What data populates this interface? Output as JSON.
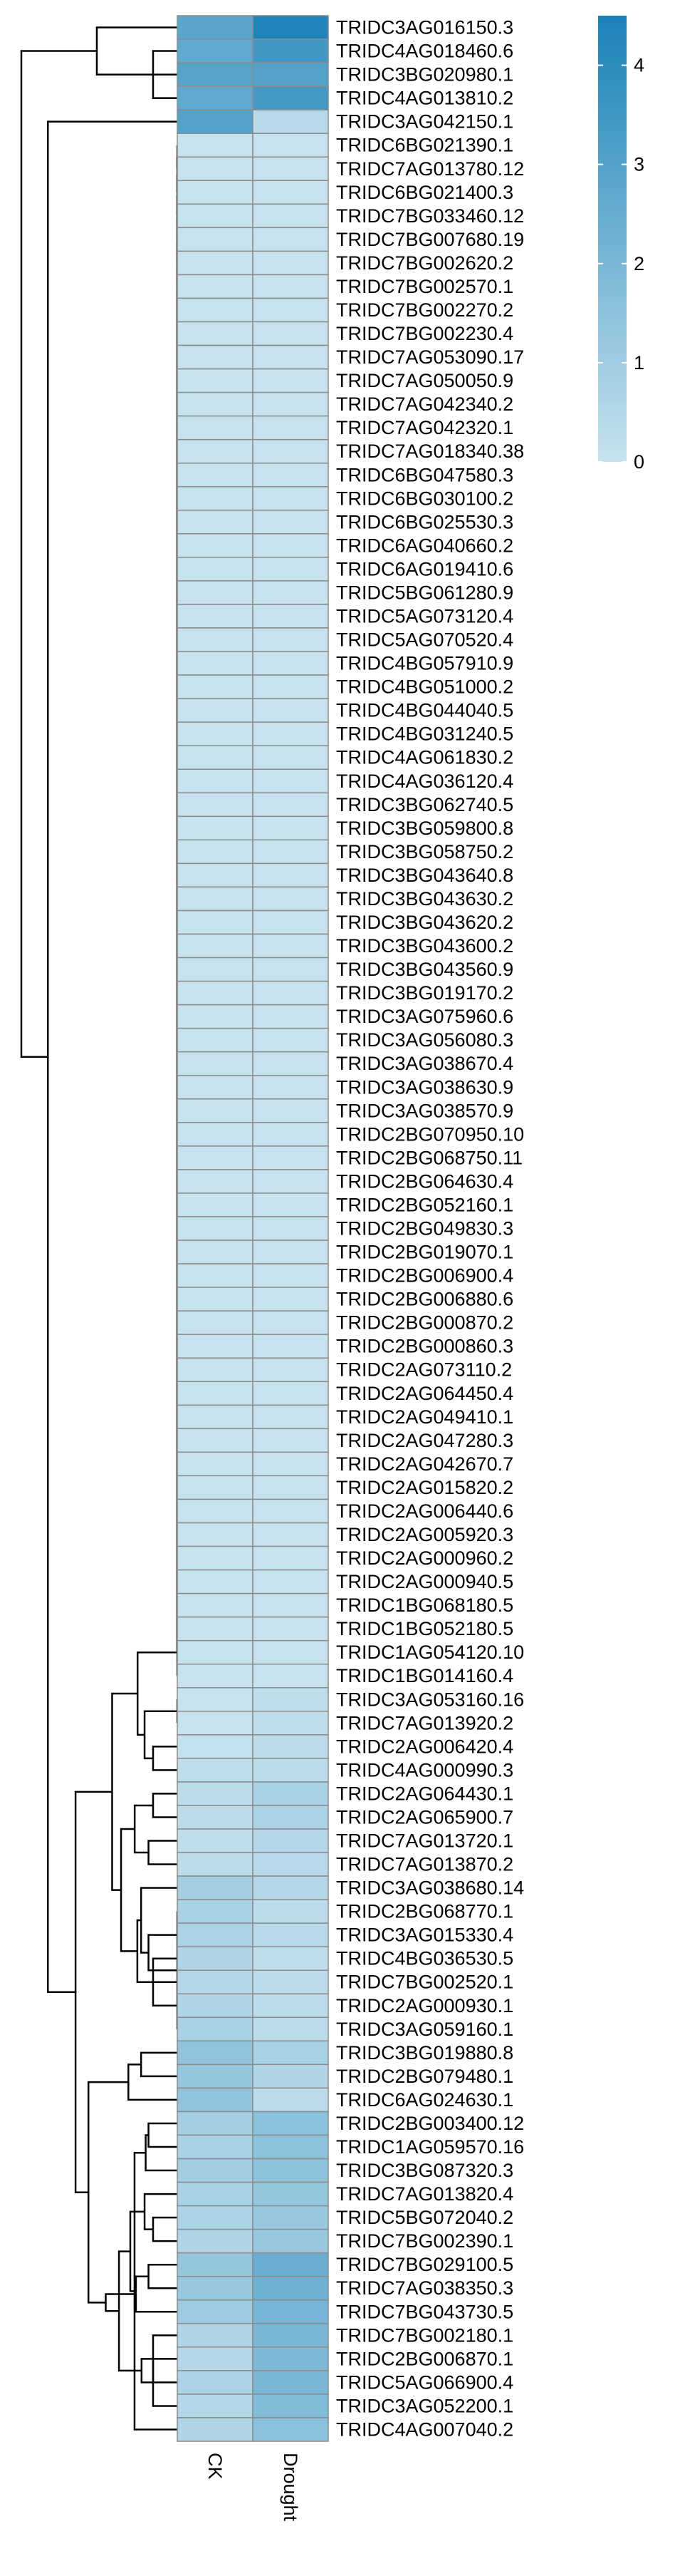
{
  "chart_data": {
    "type": "heatmap",
    "columns": [
      "CK",
      "Drought"
    ],
    "rows": [
      {
        "label": "TRIDC3AG016150.3",
        "values": [
          2.8,
          4.4
        ]
      },
      {
        "label": "TRIDC4AG018460.6",
        "values": [
          2.7,
          3.5
        ]
      },
      {
        "label": "TRIDC3BG020980.1",
        "values": [
          2.9,
          3.0
        ]
      },
      {
        "label": "TRIDC4AG013810.2",
        "values": [
          2.7,
          3.4
        ]
      },
      {
        "label": "TRIDC3AG042150.1",
        "values": [
          3.0,
          0.4
        ]
      },
      {
        "label": "TRIDC6BG021390.1",
        "values": [
          0.0,
          0.0
        ]
      },
      {
        "label": "TRIDC7AG013780.12",
        "values": [
          0.0,
          0.0
        ]
      },
      {
        "label": "TRIDC6BG021400.3",
        "values": [
          0.0,
          0.0
        ]
      },
      {
        "label": "TRIDC7BG033460.12",
        "values": [
          0.0,
          0.0
        ]
      },
      {
        "label": "TRIDC7BG007680.19",
        "values": [
          0.0,
          0.0
        ]
      },
      {
        "label": "TRIDC7BG002620.2",
        "values": [
          0.0,
          0.0
        ]
      },
      {
        "label": "TRIDC7BG002570.1",
        "values": [
          0.0,
          0.0
        ]
      },
      {
        "label": "TRIDC7BG002270.2",
        "values": [
          0.0,
          0.0
        ]
      },
      {
        "label": "TRIDC7BG002230.4",
        "values": [
          0.0,
          0.0
        ]
      },
      {
        "label": "TRIDC7AG053090.17",
        "values": [
          0.0,
          0.0
        ]
      },
      {
        "label": "TRIDC7AG050050.9",
        "values": [
          0.0,
          0.0
        ]
      },
      {
        "label": "TRIDC7AG042340.2",
        "values": [
          0.0,
          0.0
        ]
      },
      {
        "label": "TRIDC7AG042320.1",
        "values": [
          0.0,
          0.0
        ]
      },
      {
        "label": "TRIDC7AG018340.38",
        "values": [
          0.0,
          0.0
        ]
      },
      {
        "label": "TRIDC6BG047580.3",
        "values": [
          0.0,
          0.0
        ]
      },
      {
        "label": "TRIDC6BG030100.2",
        "values": [
          0.0,
          0.0
        ]
      },
      {
        "label": "TRIDC6BG025530.3",
        "values": [
          0.0,
          0.0
        ]
      },
      {
        "label": "TRIDC6AG040660.2",
        "values": [
          0.0,
          0.0
        ]
      },
      {
        "label": "TRIDC6AG019410.6",
        "values": [
          0.0,
          0.0
        ]
      },
      {
        "label": "TRIDC5BG061280.9",
        "values": [
          0.0,
          0.0
        ]
      },
      {
        "label": "TRIDC5AG073120.4",
        "values": [
          0.0,
          0.0
        ]
      },
      {
        "label": "TRIDC5AG070520.4",
        "values": [
          0.0,
          0.0
        ]
      },
      {
        "label": "TRIDC4BG057910.9",
        "values": [
          0.0,
          0.0
        ]
      },
      {
        "label": "TRIDC4BG051000.2",
        "values": [
          0.0,
          0.0
        ]
      },
      {
        "label": "TRIDC4BG044040.5",
        "values": [
          0.0,
          0.0
        ]
      },
      {
        "label": "TRIDC4BG031240.5",
        "values": [
          0.0,
          0.0
        ]
      },
      {
        "label": "TRIDC4AG061830.2",
        "values": [
          0.0,
          0.0
        ]
      },
      {
        "label": "TRIDC4AG036120.4",
        "values": [
          0.0,
          0.0
        ]
      },
      {
        "label": "TRIDC3BG062740.5",
        "values": [
          0.0,
          0.0
        ]
      },
      {
        "label": "TRIDC3BG059800.8",
        "values": [
          0.0,
          0.0
        ]
      },
      {
        "label": "TRIDC3BG058750.2",
        "values": [
          0.0,
          0.0
        ]
      },
      {
        "label": "TRIDC3BG043640.8",
        "values": [
          0.0,
          0.0
        ]
      },
      {
        "label": "TRIDC3BG043630.2",
        "values": [
          0.0,
          0.0
        ]
      },
      {
        "label": "TRIDC3BG043620.2",
        "values": [
          0.0,
          0.0
        ]
      },
      {
        "label": "TRIDC3BG043600.2",
        "values": [
          0.0,
          0.0
        ]
      },
      {
        "label": "TRIDC3BG043560.9",
        "values": [
          0.0,
          0.0
        ]
      },
      {
        "label": "TRIDC3BG019170.2",
        "values": [
          0.0,
          0.0
        ]
      },
      {
        "label": "TRIDC3AG075960.6",
        "values": [
          0.0,
          0.0
        ]
      },
      {
        "label": "TRIDC3AG056080.3",
        "values": [
          0.0,
          0.0
        ]
      },
      {
        "label": "TRIDC3AG038670.4",
        "values": [
          0.0,
          0.0
        ]
      },
      {
        "label": "TRIDC3AG038630.9",
        "values": [
          0.0,
          0.0
        ]
      },
      {
        "label": "TRIDC3AG038570.9",
        "values": [
          0.0,
          0.0
        ]
      },
      {
        "label": "TRIDC2BG070950.10",
        "values": [
          0.0,
          0.0
        ]
      },
      {
        "label": "TRIDC2BG068750.11",
        "values": [
          0.0,
          0.0
        ]
      },
      {
        "label": "TRIDC2BG064630.4",
        "values": [
          0.0,
          0.0
        ]
      },
      {
        "label": "TRIDC2BG052160.1",
        "values": [
          0.0,
          0.0
        ]
      },
      {
        "label": "TRIDC2BG049830.3",
        "values": [
          0.0,
          0.0
        ]
      },
      {
        "label": "TRIDC2BG019070.1",
        "values": [
          0.0,
          0.0
        ]
      },
      {
        "label": "TRIDC2BG006900.4",
        "values": [
          0.0,
          0.0
        ]
      },
      {
        "label": "TRIDC2BG006880.6",
        "values": [
          0.0,
          0.0
        ]
      },
      {
        "label": "TRIDC2BG000870.2",
        "values": [
          0.0,
          0.0
        ]
      },
      {
        "label": "TRIDC2BG000860.3",
        "values": [
          0.0,
          0.0
        ]
      },
      {
        "label": "TRIDC2AG073110.2",
        "values": [
          0.0,
          0.0
        ]
      },
      {
        "label": "TRIDC2AG064450.4",
        "values": [
          0.0,
          0.0
        ]
      },
      {
        "label": "TRIDC2AG049410.1",
        "values": [
          0.0,
          0.0
        ]
      },
      {
        "label": "TRIDC2AG047280.3",
        "values": [
          0.0,
          0.0
        ]
      },
      {
        "label": "TRIDC2AG042670.7",
        "values": [
          0.0,
          0.0
        ]
      },
      {
        "label": "TRIDC2AG015820.2",
        "values": [
          0.0,
          0.0
        ]
      },
      {
        "label": "TRIDC2AG006440.6",
        "values": [
          0.0,
          0.0
        ]
      },
      {
        "label": "TRIDC2AG005920.3",
        "values": [
          0.0,
          0.0
        ]
      },
      {
        "label": "TRIDC2AG000960.2",
        "values": [
          0.0,
          0.0
        ]
      },
      {
        "label": "TRIDC2AG000940.5",
        "values": [
          0.0,
          0.0
        ]
      },
      {
        "label": "TRIDC1BG068180.5",
        "values": [
          0.0,
          0.0
        ]
      },
      {
        "label": "TRIDC1BG052180.5",
        "values": [
          0.0,
          0.0
        ]
      },
      {
        "label": "TRIDC1AG054120.10",
        "values": [
          0.0,
          0.0
        ]
      },
      {
        "label": "TRIDC1BG014160.4",
        "values": [
          0.0,
          0.0
        ]
      },
      {
        "label": "TRIDC3AG053160.16",
        "values": [
          0.0,
          0.2
        ]
      },
      {
        "label": "TRIDC7AG013920.2",
        "values": [
          0.0,
          0.2
        ]
      },
      {
        "label": "TRIDC2AG006420.4",
        "values": [
          0.1,
          0.3
        ]
      },
      {
        "label": "TRIDC4AG000990.3",
        "values": [
          0.2,
          0.3
        ]
      },
      {
        "label": "TRIDC2AG064430.1",
        "values": [
          0.3,
          0.8
        ]
      },
      {
        "label": "TRIDC2AG065900.7",
        "values": [
          0.3,
          0.7
        ]
      },
      {
        "label": "TRIDC7AG013720.1",
        "values": [
          0.2,
          0.5
        ]
      },
      {
        "label": "TRIDC7AG013870.2",
        "values": [
          0.3,
          0.4
        ]
      },
      {
        "label": "TRIDC3AG038680.14",
        "values": [
          0.9,
          0.5
        ]
      },
      {
        "label": "TRIDC2BG068770.1",
        "values": [
          0.8,
          0.3
        ]
      },
      {
        "label": "TRIDC3AG015330.4",
        "values": [
          0.7,
          0.4
        ]
      },
      {
        "label": "TRIDC4BG036530.5",
        "values": [
          0.6,
          0.2
        ]
      },
      {
        "label": "TRIDC7BG002520.1",
        "values": [
          0.5,
          0.3
        ]
      },
      {
        "label": "TRIDC2AG000930.1",
        "values": [
          0.6,
          0.3
        ]
      },
      {
        "label": "TRIDC3AG059160.1",
        "values": [
          0.8,
          0.3
        ]
      },
      {
        "label": "TRIDC3BG019880.8",
        "values": [
          1.4,
          0.8
        ]
      },
      {
        "label": "TRIDC2BG079480.1",
        "values": [
          1.3,
          0.6
        ]
      },
      {
        "label": "TRIDC6AG024630.1",
        "values": [
          1.4,
          0.3
        ]
      },
      {
        "label": "TRIDC2BG003400.12",
        "values": [
          0.9,
          1.6
        ]
      },
      {
        "label": "TRIDC1AG059570.16",
        "values": [
          0.8,
          1.5
        ]
      },
      {
        "label": "TRIDC3BG087320.3",
        "values": [
          1.0,
          1.5
        ]
      },
      {
        "label": "TRIDC7AG013820.4",
        "values": [
          0.8,
          1.3
        ]
      },
      {
        "label": "TRIDC5BG072040.2",
        "values": [
          0.7,
          1.2
        ]
      },
      {
        "label": "TRIDC7BG002390.1",
        "values": [
          0.6,
          1.2
        ]
      },
      {
        "label": "TRIDC7BG029100.5",
        "values": [
          1.3,
          2.4
        ]
      },
      {
        "label": "TRIDC7AG038350.3",
        "values": [
          1.2,
          2.3
        ]
      },
      {
        "label": "TRIDC7BG043730.5",
        "values": [
          1.1,
          2.1
        ]
      },
      {
        "label": "TRIDC7BG002180.1",
        "values": [
          0.6,
          2.0
        ]
      },
      {
        "label": "TRIDC2BG006870.1",
        "values": [
          0.5,
          1.9
        ]
      },
      {
        "label": "TRIDC5AG066900.4",
        "values": [
          0.7,
          2.0
        ]
      },
      {
        "label": "TRIDC3AG052200.1",
        "values": [
          0.5,
          1.8
        ]
      },
      {
        "label": "TRIDC4AG007040.2",
        "values": [
          0.6,
          1.6
        ]
      }
    ],
    "color_scale": {
      "min": 0,
      "max": 4.5,
      "low_color": "#c6e2ee",
      "high_color": "#1a82b8",
      "ticks": [
        0,
        1,
        2,
        3,
        4
      ]
    },
    "cell_border_color": "#8c8c8c",
    "dendrogram_color": "#000000"
  }
}
